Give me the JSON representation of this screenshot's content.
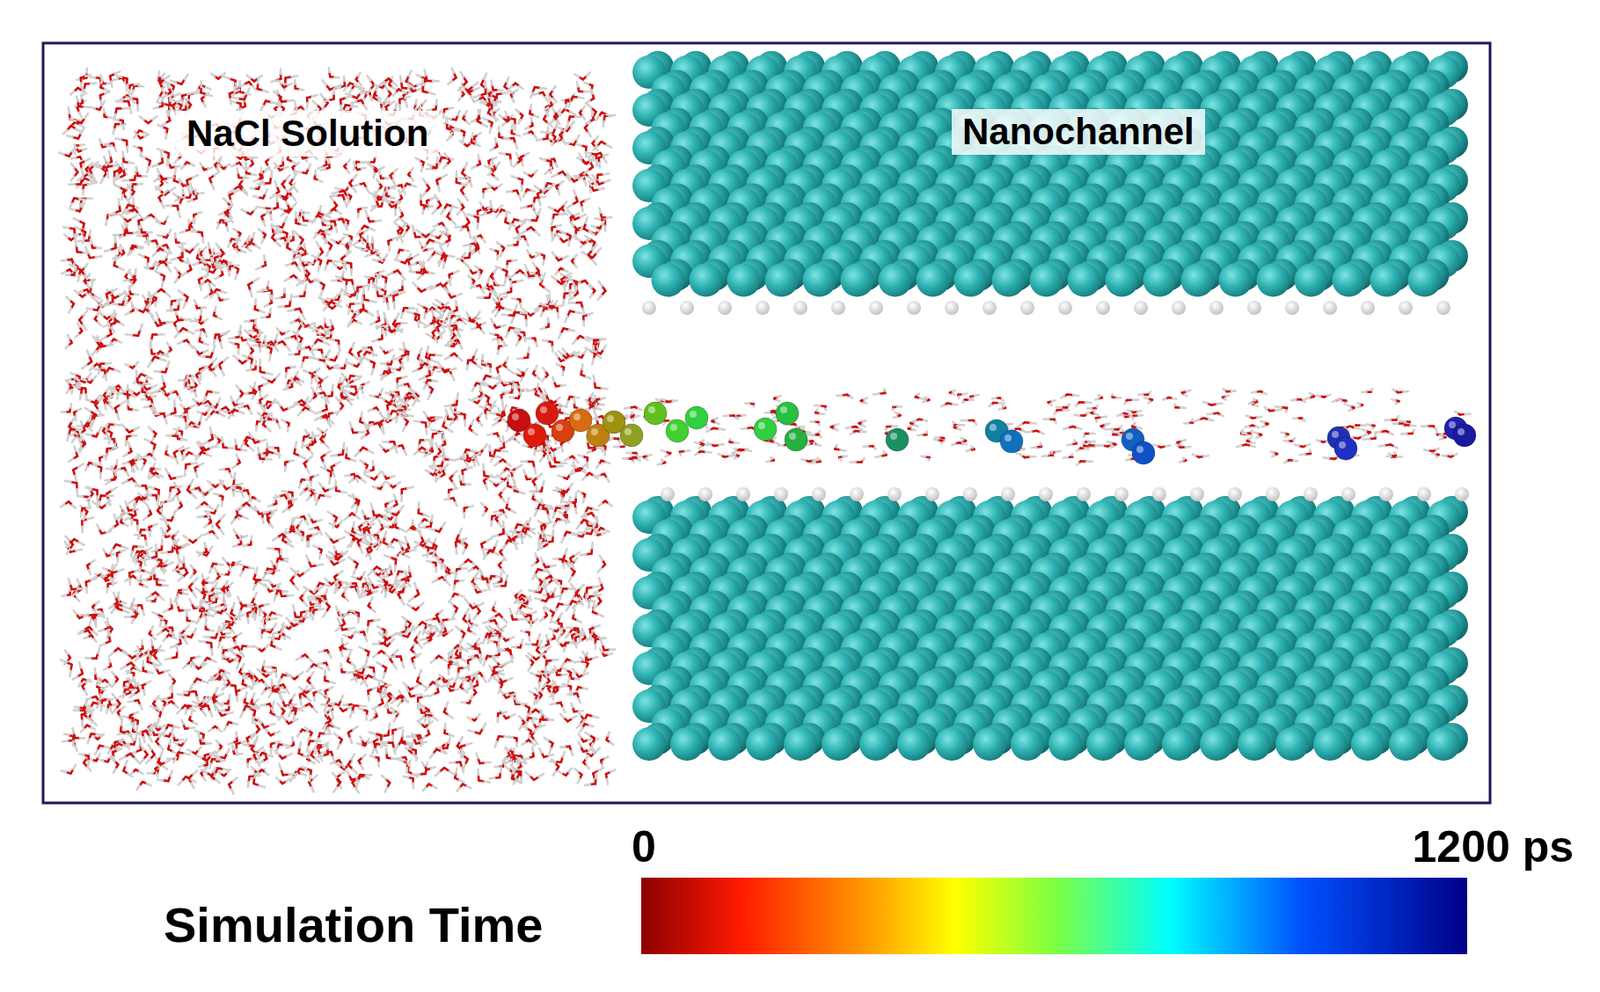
{
  "diagram": {
    "labels": [
      "NaCl Solution",
      "Nanochannel",
      "0",
      "1200 ps",
      "Simulation Time"
    ]
  }
}
